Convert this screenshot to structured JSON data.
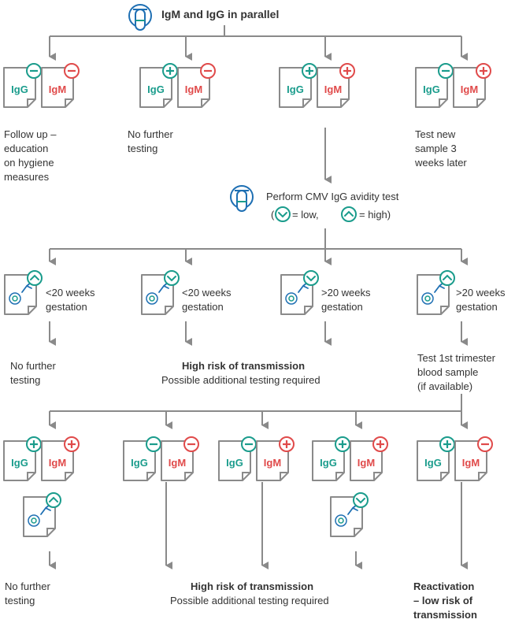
{
  "colors": {
    "teal": "#1a9c8c",
    "red": "#e04a4a",
    "blue": "#1e6fb3",
    "grey": "#8a8a8a",
    "text": "#333333"
  },
  "header": {
    "title": "IgM and IgG in parallel"
  },
  "labels": {
    "igg": "IgG",
    "igm": "IgM",
    "plus": "+",
    "minus": "−"
  },
  "row1": [
    {
      "igg": "−",
      "igm": "−",
      "caption": [
        "Follow up –",
        "education",
        "on hygiene",
        "measures"
      ]
    },
    {
      "igg": "+",
      "igm": "−",
      "caption": [
        "No further",
        "testing"
      ]
    },
    {
      "igg": "+",
      "igm": "+",
      "caption": []
    },
    {
      "igg": "−",
      "igm": "+",
      "caption": [
        "Test new",
        "sample 3",
        "weeks later"
      ]
    }
  ],
  "avidity": {
    "title": "Perform CMV IgG avidity test",
    "legend_open": "(",
    "legend_low": "= low,",
    "legend_high": "= high)"
  },
  "row2": [
    {
      "avidity": "high",
      "caption": [
        "<20 weeks",
        "gestation"
      ]
    },
    {
      "avidity": "low",
      "caption": [
        "<20 weeks",
        "gestation"
      ]
    },
    {
      "avidity": "low",
      "caption": [
        ">20 weeks",
        "gestation"
      ]
    },
    {
      "avidity": "high",
      "caption": [
        ">20 weeks",
        "gestation"
      ]
    }
  ],
  "row2_outcomes": {
    "a": [
      "No further",
      "testing"
    ],
    "b_bold": "High risk of transmission",
    "b_sub": "Possible additional testing required",
    "c": [
      "Test 1st trimester",
      "blood sample",
      "(if available)"
    ]
  },
  "row3": [
    {
      "igg": "+",
      "igm": "+",
      "avidity": "high"
    },
    {
      "igg": "−",
      "igm": "−",
      "avidity": ""
    },
    {
      "igg": "−",
      "igm": "+",
      "avidity": ""
    },
    {
      "igg": "+",
      "igm": "+",
      "avidity": "low"
    },
    {
      "igg": "+",
      "igm": "−",
      "avidity": ""
    }
  ],
  "row3_outcomes": {
    "a": [
      "No further",
      "testing"
    ],
    "b_bold": "High risk of transmission",
    "b_sub": "Possible additional testing required",
    "c": [
      "Reactivation",
      "– low risk of",
      "transmission"
    ]
  }
}
